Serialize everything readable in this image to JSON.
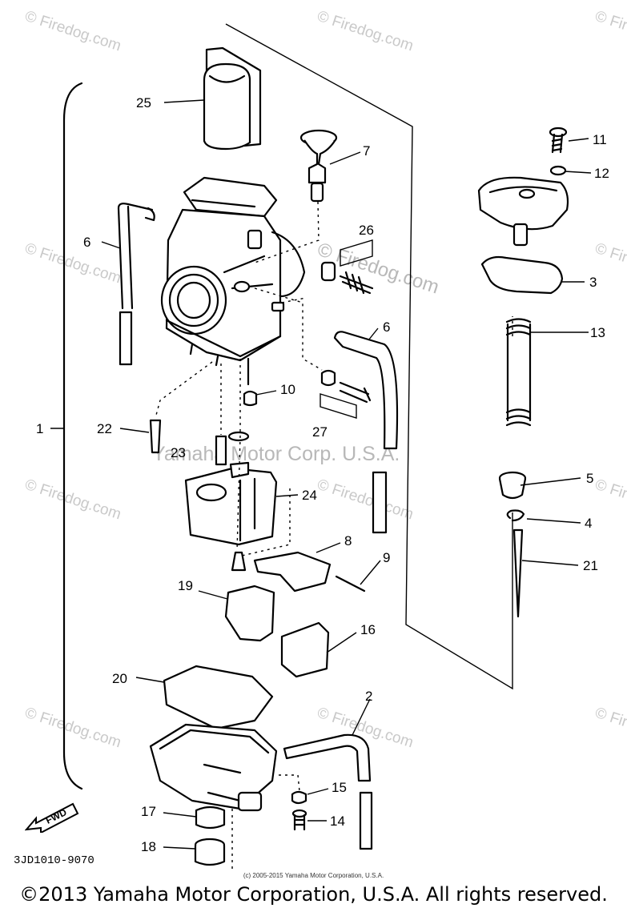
{
  "diagram": {
    "part_code": "3JD1010-9070",
    "fwd_label": "FWD",
    "watermarks": {
      "firedog": "© Firedog.com",
      "firedog_large": "© Firedog.com",
      "yamaha_overlay": "Yamaha Motor Corp. U.S.A."
    },
    "callouts": [
      {
        "id": "25",
        "label": "25"
      },
      {
        "id": "7",
        "label": "7"
      },
      {
        "id": "11",
        "label": "11"
      },
      {
        "id": "12",
        "label": "12"
      },
      {
        "id": "6a",
        "label": "6"
      },
      {
        "id": "26",
        "label": "26"
      },
      {
        "id": "3",
        "label": "3"
      },
      {
        "id": "6b",
        "label": "6"
      },
      {
        "id": "13",
        "label": "13"
      },
      {
        "id": "10",
        "label": "10"
      },
      {
        "id": "1",
        "label": "1"
      },
      {
        "id": "22",
        "label": "22"
      },
      {
        "id": "27",
        "label": "27"
      },
      {
        "id": "23",
        "label": "23"
      },
      {
        "id": "5",
        "label": "5"
      },
      {
        "id": "24",
        "label": "24"
      },
      {
        "id": "4",
        "label": "4"
      },
      {
        "id": "8",
        "label": "8"
      },
      {
        "id": "9",
        "label": "9"
      },
      {
        "id": "21",
        "label": "21"
      },
      {
        "id": "19",
        "label": "19"
      },
      {
        "id": "16",
        "label": "16"
      },
      {
        "id": "20",
        "label": "20"
      },
      {
        "id": "2",
        "label": "2"
      },
      {
        "id": "15",
        "label": "15"
      },
      {
        "id": "17",
        "label": "17"
      },
      {
        "id": "14",
        "label": "14"
      },
      {
        "id": "18",
        "label": "18"
      }
    ]
  },
  "small_copyright": "(c) 2005-2015 Yamaha Motor Corporation, U.S.A.",
  "footer": "©2013 Yamaha Motor Corporation, U.S.A. All rights reserved."
}
